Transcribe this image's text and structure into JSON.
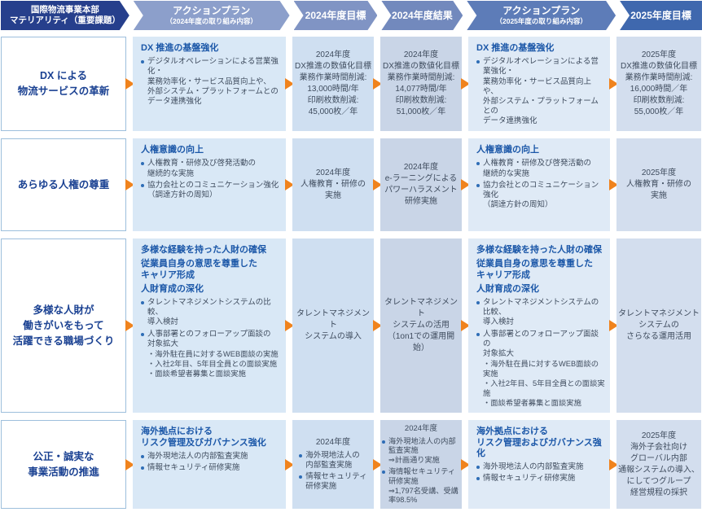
{
  "colors": {
    "header_navy": "#263f8c",
    "header_blue_light": "#8c9fcb",
    "header_blue_dark": "#3f68ae",
    "arrow_orange": "#f0831d",
    "plan_2024_bg": "#d9e8f6",
    "plan_2025_bg": "#dfeaf6",
    "goal_2024_bg": "#cfdff1",
    "result_2024_bg": "#c9d5e7",
    "goal_2025_bg": "#d3deee",
    "heading_blue": "#1b57a8",
    "materiality_text": "#1a4192",
    "body_text": "#3f4c5e",
    "bullet_dot": "#2e6db6"
  },
  "header": {
    "segments": [
      {
        "title": "国際物流事業本部",
        "subtitle": "マテリアリティ（重要課題）"
      },
      {
        "title": "アクションプラン",
        "subtitle": "（2024年度の取り組み内容）"
      },
      {
        "title": "2024年度目標"
      },
      {
        "title": "2024年度結果"
      },
      {
        "title": "アクションプラン",
        "subtitle": "（2025年度の取り組み内容）"
      },
      {
        "title": "2025年度目標"
      }
    ]
  },
  "rows": [
    {
      "materiality": [
        "DX による",
        "物流サービスの革新"
      ],
      "plan2024": {
        "headings": [
          "DX 推進の基盤強化"
        ],
        "bullets": [
          {
            "lines": [
              "デジタルオペレーションによる営業強化・",
              "業務効率化・サービス品質向上や、",
              "外部システム・プラットフォームとの",
              "データ連携強化"
            ]
          }
        ]
      },
      "goal2024": {
        "lines": [
          "2024年度",
          "DX推進の数値化目標",
          "業務作業時間削減:",
          "13,000時間/年",
          "印刷枚数削減:",
          "45,000枚／年"
        ]
      },
      "result2024": {
        "lines": [
          "2024年度",
          "DX推進の数値化目標",
          "業務作業時間削減:",
          "14,077時間/年",
          "印刷枚数削減:",
          "51,000枚／年"
        ]
      },
      "plan2025": {
        "headings": [
          "DX 推進の基盤強化"
        ],
        "bullets": [
          {
            "lines": [
              "デジタルオペレーションによる営業強化・",
              "業務効率化・サービス品質向上や、",
              "外部システム・プラットフォームとの",
              "データ連携強化"
            ]
          }
        ]
      },
      "goal2025": {
        "lines": [
          "2025年度",
          "DX推進の数値化目標",
          "業務作業時間削減:",
          "16,000時間／年",
          "印刷枚数削減:",
          "55,000枚／年"
        ]
      }
    },
    {
      "materiality": [
        "あらゆる人権の尊重"
      ],
      "plan2024": {
        "headings": [
          "人権意識の向上"
        ],
        "bullets": [
          {
            "lines": [
              "人権教育・研修及び啓発活動の",
              "継続的な実施"
            ]
          },
          {
            "lines": [
              "協力会社とのコミュニケーション強化",
              "（調達方針の周知）"
            ]
          }
        ]
      },
      "goal2024": {
        "lines": [
          "2024年度",
          "人権教育・研修の",
          "実施"
        ]
      },
      "result2024": {
        "lines": [
          "2024年度",
          "e-ラーニングによる",
          "パワーハラスメント",
          "研修実施"
        ]
      },
      "plan2025": {
        "headings": [
          "人権意識の向上"
        ],
        "bullets": [
          {
            "lines": [
              "人権教育・研修及び啓発活動の",
              "継続的な実施"
            ]
          },
          {
            "lines": [
              "協力会社とのコミュニケーション強化",
              "（調達方針の周知）"
            ]
          }
        ]
      },
      "goal2025": {
        "lines": [
          "2025年度",
          "人権教育・研修の",
          "実施"
        ]
      }
    },
    {
      "materiality": [
        "多様な人財が",
        "働きがいをもって",
        "活躍できる職場づくり"
      ],
      "plan2024": {
        "headings": [
          "多様な経験を持った人財の確保",
          "従業員自身の意思を尊重した\nキャリア形成",
          "人財育成の深化"
        ],
        "bullets": [
          {
            "lines": [
              "タレントマネジメントシステムの比較、",
              "導入検討"
            ]
          },
          {
            "lines": [
              "人事部署とのフォローアップ面談の",
              "対象拡大"
            ],
            "subs": [
              "・海外駐在員に対するWEB面談の実施",
              "・入社2年目、5年目全員との面談実施",
              "・面談希望者募集と面談実施"
            ]
          }
        ]
      },
      "goal2024": {
        "lines": [
          "タレントマネジメント",
          "システムの導入"
        ]
      },
      "result2024": {
        "lines": [
          "タレントマネジメント",
          "システムの活用",
          "（1on1での運用開始）"
        ]
      },
      "plan2025": {
        "headings": [
          "多様な経験を持った人財の確保",
          "従業員自身の意思を尊重した\nキャリア形成",
          "人財育成の深化"
        ],
        "bullets": [
          {
            "lines": [
              "タレントマネジメントシステムの比較、",
              "導入検討"
            ]
          },
          {
            "lines": [
              "人事部署とのフォローアップ面談の",
              "対象拡大"
            ],
            "subs": [
              "・海外駐在員に対するWEB面談の実施",
              "・入社2年目、5年目全員との面談実施",
              "・面談希望者募集と面談実施"
            ]
          }
        ]
      },
      "goal2025": {
        "lines": [
          "タレントマネジメント",
          "システムの",
          "さらなる運用活用"
        ]
      }
    },
    {
      "materiality": [
        "公正・誠実な",
        "事業活動の推進"
      ],
      "plan2024": {
        "headings": [
          "海外拠点における\nリスク管理及びガバナンス強化"
        ],
        "bullets": [
          {
            "lines": [
              "海外現地法人の内部監査実施"
            ]
          },
          {
            "lines": [
              "情報セキュリティ研修実施"
            ]
          }
        ]
      },
      "goal2024": {
        "year": "2024年度",
        "bullets": [
          {
            "lines": [
              "海外現地法人の",
              "内部監査実施"
            ]
          },
          {
            "lines": [
              "情報セキュリティ",
              "研修実施"
            ]
          }
        ]
      },
      "result2024": {
        "year": "2024年度",
        "bullets": [
          {
            "lines": [
              "海外現地法人の内部",
              "監査実施",
              "⇒計画通り実施"
            ]
          },
          {
            "lines": [
              "海情報セキュリティ",
              "研修実施",
              "⇒1,797名受講、受講率98.5%"
            ]
          }
        ]
      },
      "plan2025": {
        "headings": [
          "海外拠点における\nリスク管理およびガバナンス強化"
        ],
        "bullets": [
          {
            "lines": [
              "海外現地法人の内部監査実施"
            ]
          },
          {
            "lines": [
              "情報セキュリティ研修実施"
            ]
          }
        ]
      },
      "goal2025": {
        "lines": [
          "2025年度",
          "海外子会社向け",
          "グローバル内部",
          "通報システムの導入、",
          "にしてつグループ",
          "経営規程の採択"
        ]
      }
    }
  ]
}
